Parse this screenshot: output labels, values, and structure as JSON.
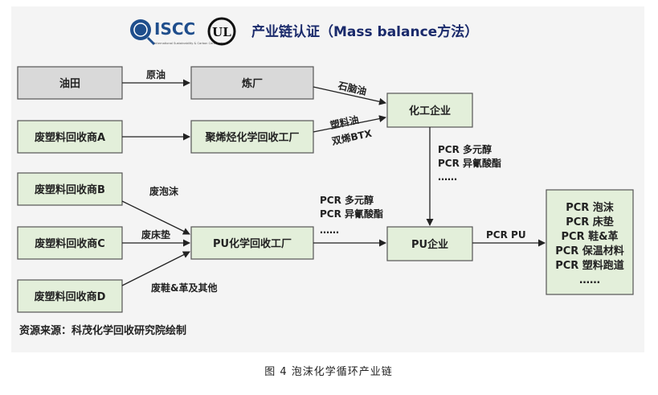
{
  "header": {
    "iscc_logo_text": "ISCC",
    "iscc_logo_subtext": "International Sustainability & Carbon Certification",
    "ul_logo_text": "UL",
    "title": "产业链认证（Mass balance方法）"
  },
  "nodes": {
    "oilfield": "油田",
    "refinery": "炼厂",
    "chemical": "化工企业",
    "recyclerA": "废塑料回收商A",
    "polyolefin": "聚烯烃化学回收工厂",
    "recyclerB": "废塑料回收商B",
    "recyclerC": "废塑料回收商C",
    "recyclerD": "废塑料回收商D",
    "pu_recycle": "PU化学回收工厂",
    "pu_company": "PU企业",
    "products": [
      "PCR 泡沫",
      "PCR 床垫",
      "PCR 鞋&革",
      "PCR 保温材料",
      "PCR 塑料跑道",
      "……"
    ]
  },
  "edges": {
    "crude_oil": "原油",
    "naphtha": "石脑油",
    "plastic_oil": "塑料油",
    "dual_olefin": "双烯BTX",
    "waste_foam": "废泡沫",
    "waste_mattress": "废床垫",
    "waste_shoes": "废鞋&革及其他",
    "chem_to_pu": [
      "PCR 多元醇",
      "PCR 异氰酸酯",
      "……"
    ],
    "recycle_to_pu": [
      "PCR 多元醇",
      "PCR 异氰酸酯",
      "……"
    ],
    "pcr_pu": "PCR PU"
  },
  "source": "资源来源：科茂化学回收研究院绘制",
  "caption": "图 4   泡沫化学循环产业链",
  "colors": {
    "gray_box": "#d9d9d9",
    "green_box": "#e3efda",
    "box_border": "#555555",
    "title_color": "#1a2a6b"
  }
}
